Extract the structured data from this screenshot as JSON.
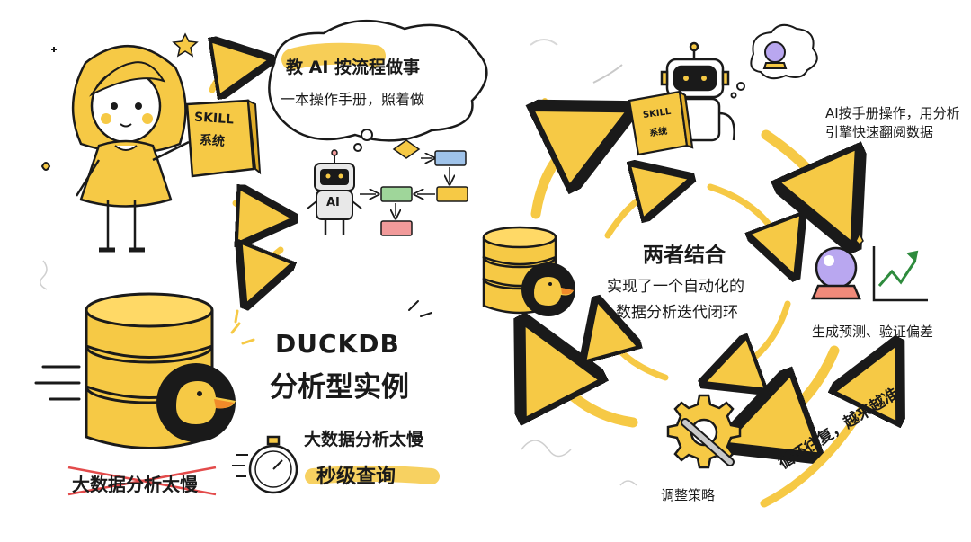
{
  "colors": {
    "accent": "#f6c945",
    "ink": "#1a1a1a",
    "cross_out": "#e34b4b",
    "green_chart": "#2e8b3d",
    "flow_blue": "#7ea7d8",
    "flow_green": "#9fd69a",
    "flow_red": "#f19a9a"
  },
  "top_left": {
    "bubble_title": "教 AI 按流程做事",
    "bubble_sub": "一本操作手册，照着做",
    "book_title": "SKILL",
    "book_sub": "系统",
    "robot_label": "AI"
  },
  "bottom_left": {
    "title": "DUCKDB",
    "subtitle": "分析型实例",
    "crossed_text": "大数据分析太慢",
    "problem": "大数据分析太慢",
    "solution": "秒级查询"
  },
  "cycle": {
    "center_title": "两者结合",
    "center_line1": "实现了一个自动化的",
    "center_line2": "数据分析迭代闭环",
    "step_read": "AI按手册操作，用分析引擎快速翻阅数据",
    "step_predict": "生成预测、验证偏差",
    "step_adjust": "调整策略",
    "loop_label": "循环往复，越来越准",
    "book_title": "SKILL",
    "book_sub": "系统"
  },
  "icons": [
    "girl-icon",
    "book-icon",
    "robot-icon",
    "database-icon",
    "duck-icon",
    "stopwatch-icon",
    "crystal-ball-icon",
    "trend-chart-icon",
    "gear-wrench-icon"
  ]
}
